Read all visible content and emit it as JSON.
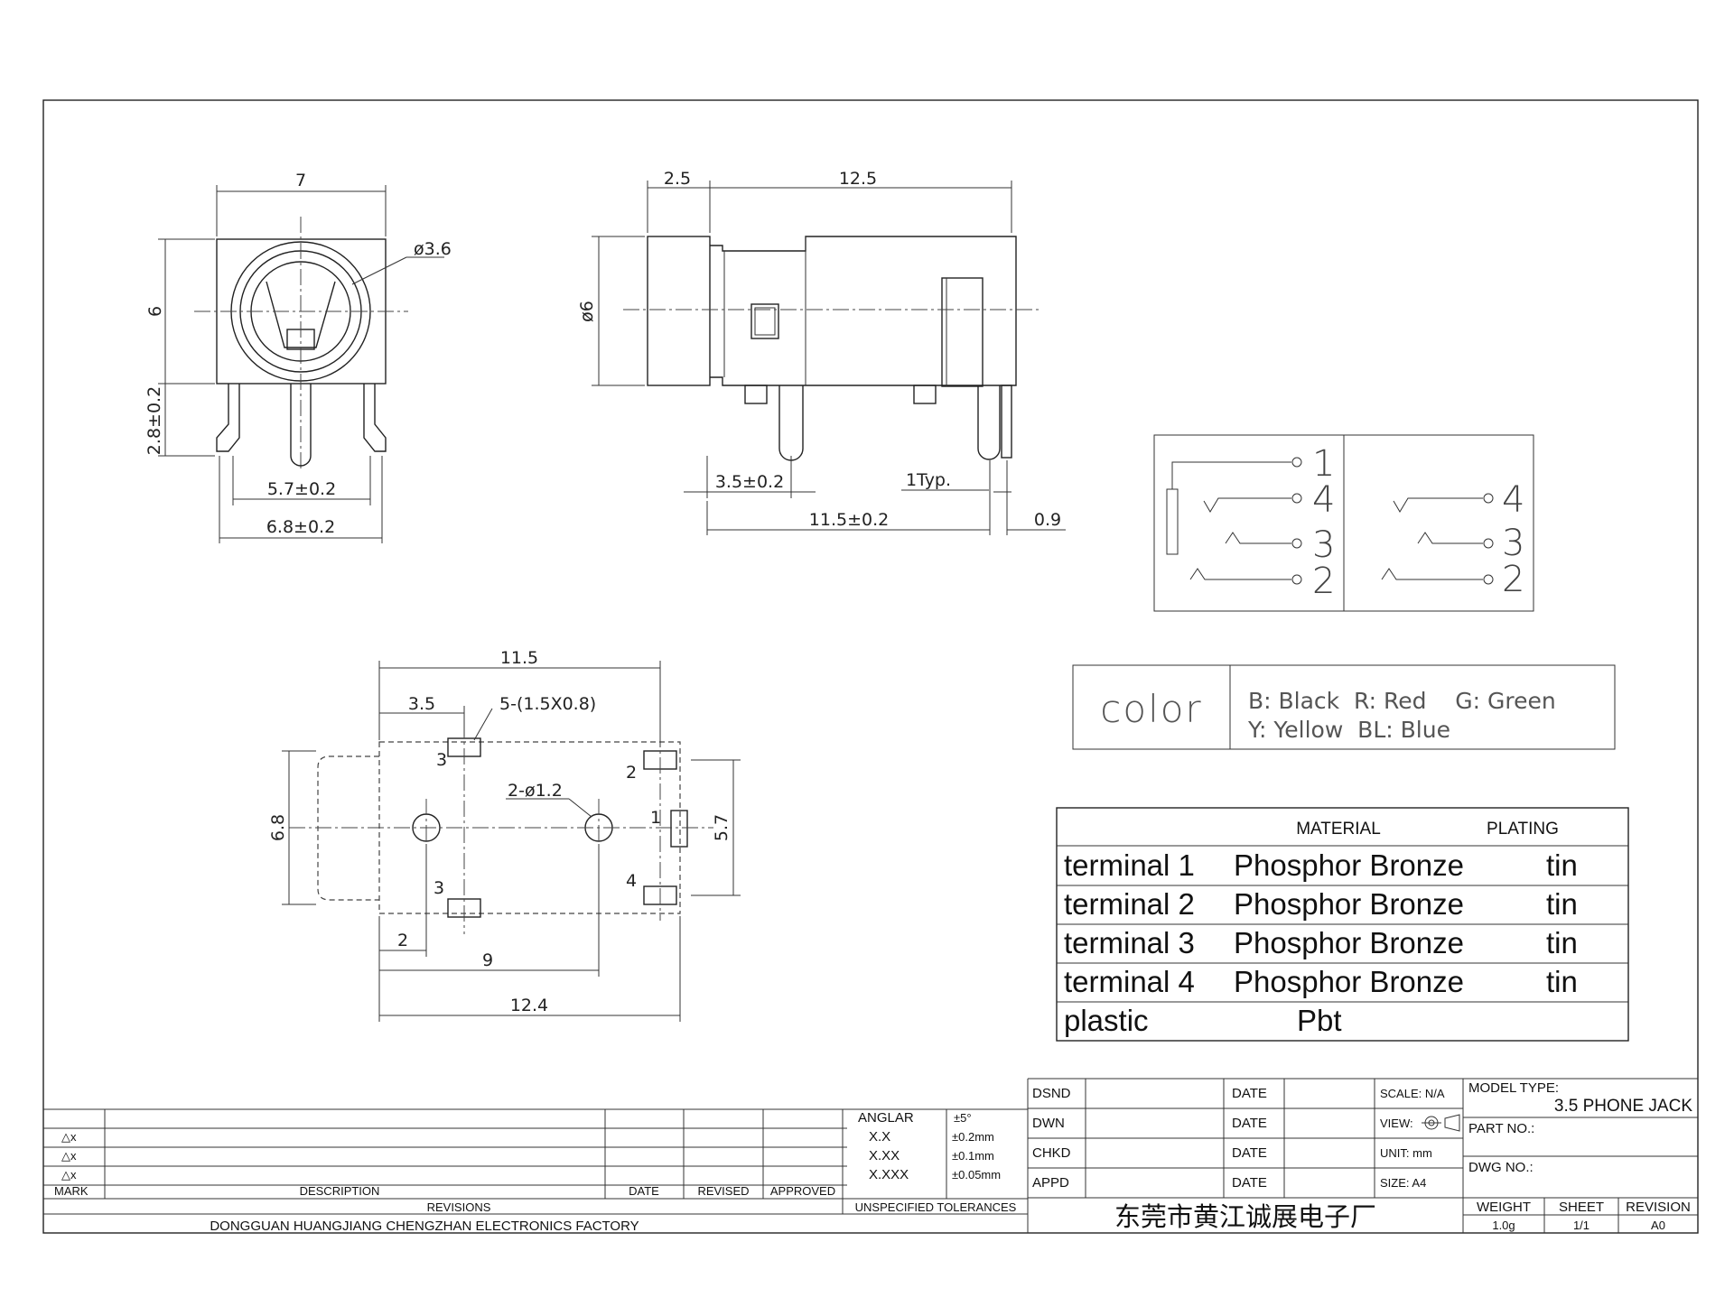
{
  "views": {
    "front": {
      "dim_width": "7",
      "dim_height": "6",
      "dim_hole": "ø3.6",
      "dim_pin_len": "2.8±0.2",
      "dim_pitch_a": "5.7±0.2",
      "dim_pitch_b": "6.8±0.2"
    },
    "side": {
      "dim_flange": "2.5",
      "dim_body": "12.5",
      "dim_dia": "ø6",
      "dim_pin_off": "3.5±0.2",
      "dim_pin_typ": "1Typ.",
      "dim_span": "11.5±0.2",
      "dim_end": "0.9"
    },
    "bottom": {
      "dim_overall": "11.5",
      "dim_first": "3.5",
      "dim_slots": "5-(1.5X0.8)",
      "dim_holes": "2-ø1.2",
      "dim_height": "6.8",
      "dim_pitch": "5.7",
      "dim_small": "2",
      "dim_nine": "9",
      "dim_total": "12.4",
      "pins": [
        "3",
        "2",
        "1",
        "3",
        "4"
      ]
    }
  },
  "schematic": {
    "left_pins": [
      "1",
      "4",
      "3",
      "2"
    ],
    "right_pins": [
      "4",
      "3",
      "2"
    ]
  },
  "color_legend": {
    "label": "color",
    "line1": "B: Black  R: Red    G: Green",
    "line2": "Y: Yellow  BL: Blue"
  },
  "materials": {
    "header_material": "MATERIAL",
    "header_plating": "PLATING",
    "rows": [
      {
        "part": "terminal 1",
        "material": "Phosphor Bronze",
        "plating": "tin"
      },
      {
        "part": "terminal 2",
        "material": "Phosphor Bronze",
        "plating": "tin"
      },
      {
        "part": "terminal 3",
        "material": "Phosphor Bronze",
        "plating": "tin"
      },
      {
        "part": "terminal 4",
        "material": "Phosphor Bronze",
        "plating": "tin"
      },
      {
        "part": "plastic",
        "material": "Pbt",
        "plating": ""
      }
    ]
  },
  "title_block": {
    "rev_marks": [
      "△x",
      "△x",
      "△x"
    ],
    "col_mark": "MARK",
    "col_description": "DESCRIPTION",
    "col_date": "DATE",
    "col_revised": "REVISED",
    "col_approved": "APPROVED",
    "revisions": "REVISIONS",
    "company_en": "DONGGUAN HUANGJIANG CHENGZHAN ELECTRONICS FACTORY",
    "tol_labels": [
      "ANGLAR",
      "X.X",
      "X.XX",
      "X.XXX"
    ],
    "tol_values": [
      "±5°",
      "±0.2mm",
      "±0.1mm",
      "±0.05mm"
    ],
    "tol_title": "UNSPECIFIED TOLERANCES",
    "sign_rows": [
      "DSND",
      "DWN",
      "CHKD",
      "APPD"
    ],
    "date_label": "DATE",
    "scale": "SCALE: N/A",
    "view": "VIEW:",
    "unit": "UNIT: mm",
    "size": "SIZE: A4",
    "model_type_label": "MODEL TYPE:",
    "model_type": "3.5 PHONE JACK",
    "part_no_label": "PART NO.:",
    "dwg_no_label": "DWG NO.:",
    "company_cn": "东莞市黄江诚展电子厂",
    "weight_label": "WEIGHT",
    "weight": "1.0g",
    "sheet_label": "SHEET",
    "sheet": "1/1",
    "revision_label": "REVISION",
    "revision": "A0"
  }
}
